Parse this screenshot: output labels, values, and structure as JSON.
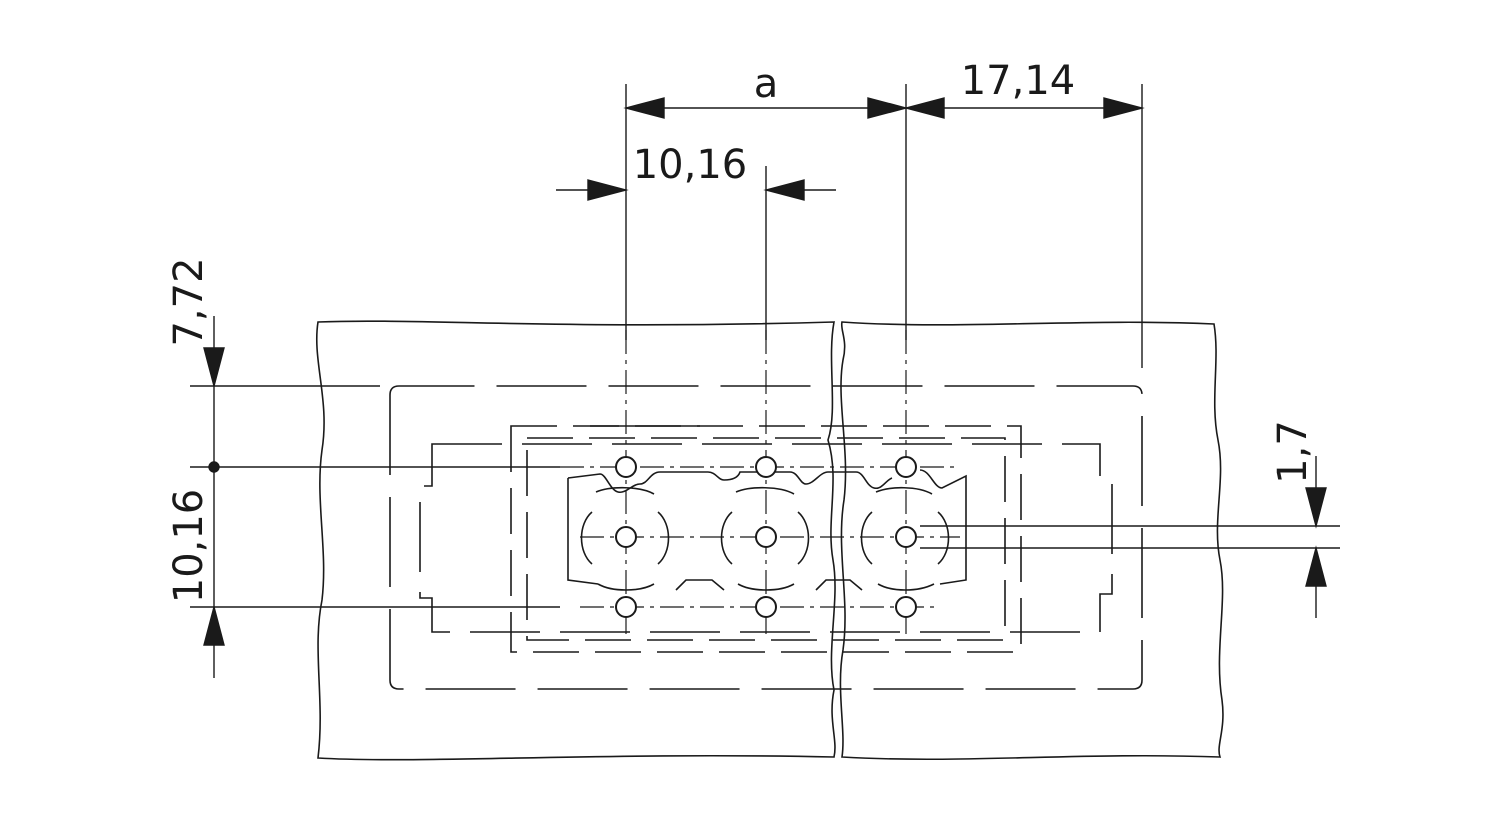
{
  "drawing": {
    "colors": {
      "line": "#1a1a1a",
      "background": "#ffffff"
    },
    "dimensions": {
      "pitch_label": "a",
      "end_offset": "17,14",
      "pin_pitch_horizontal": "10,16",
      "top_offset": "7,72",
      "pin_pitch_vertical": "10,16",
      "pin_offset": "1,7"
    }
  }
}
